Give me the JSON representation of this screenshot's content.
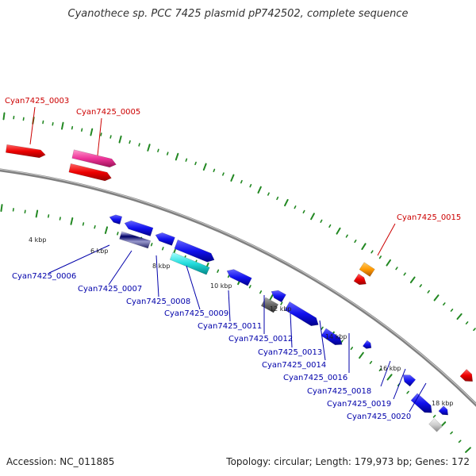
{
  "title": "Cyanothece sp. PCC 7425 plasmid pP742502, complete sequence",
  "footer": {
    "accession": "Accession: NC_011885",
    "summary": "Topology: circular; Length: 179,973 bp; Genes: 172"
  },
  "colors": {
    "forward_label": "#cc0000",
    "reverse_label": "#0000aa",
    "backbone": "#808080",
    "tick": "#228822"
  },
  "ruler_labels": [
    "4 kbp",
    "6 kbp",
    "8 kbp",
    "10 kbp",
    "12 kbp",
    "14 kbp",
    "16 kbp",
    "18 kbp"
  ],
  "gene_labels": {
    "forward": [
      "Cyan7425_0003",
      "Cyan7425_0005",
      "Cyan7425_0015"
    ],
    "reverse": [
      "Cyan7425_0006",
      "Cyan7425_0007",
      "Cyan7425_0008",
      "Cyan7425_0009",
      "Cyan7425_0011",
      "Cyan7425_0012",
      "Cyan7425_0013",
      "Cyan7425_0014",
      "Cyan7425_0016",
      "Cyan7425_0018",
      "Cyan7425_0019",
      "Cyan7425_0020"
    ]
  }
}
